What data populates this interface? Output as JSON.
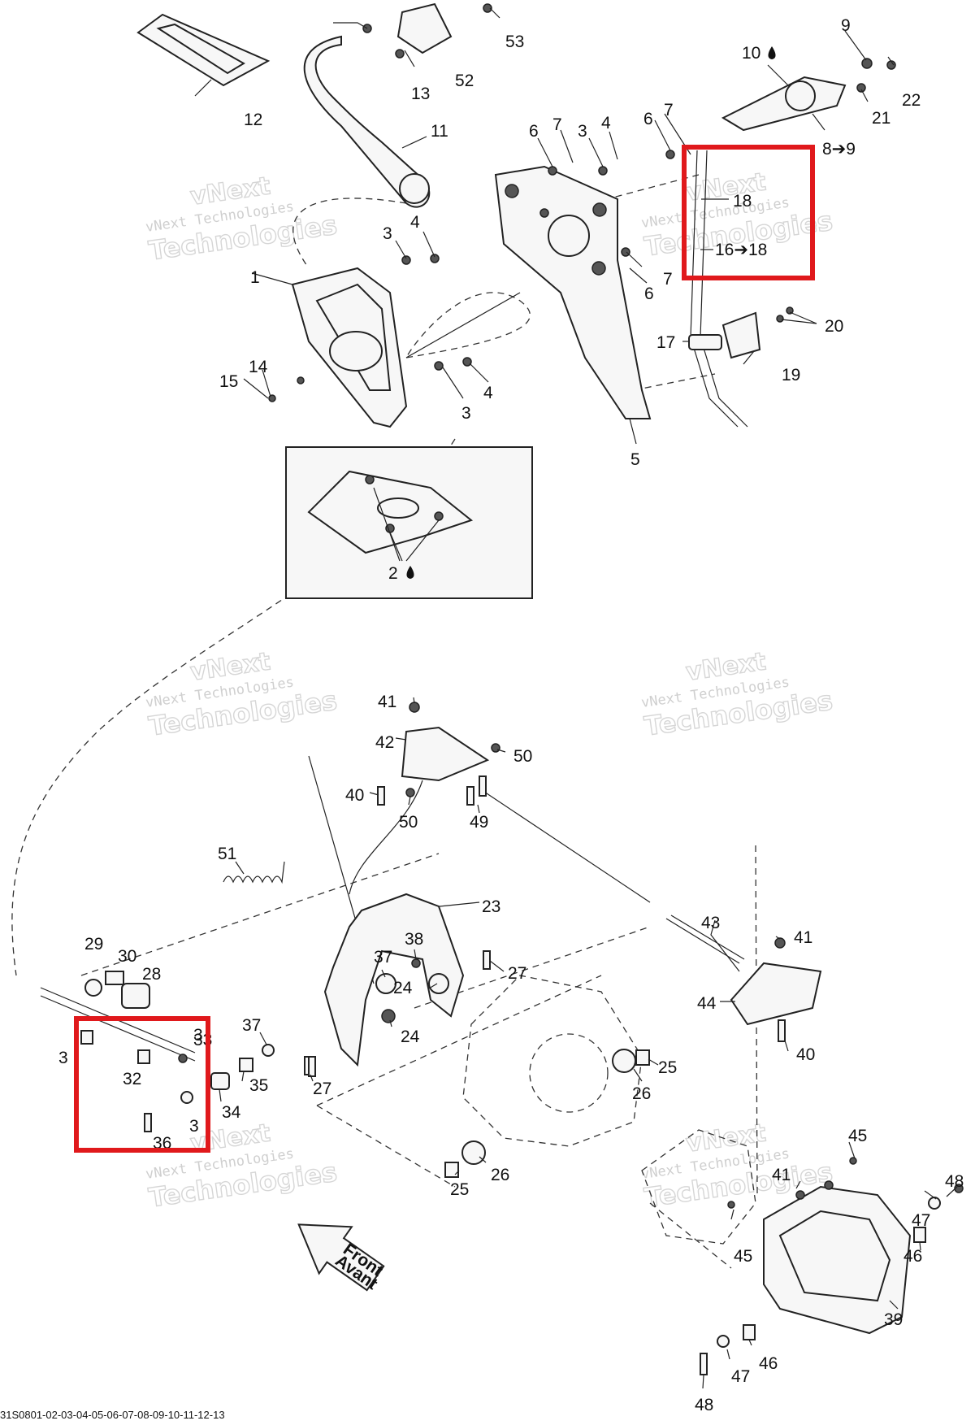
{
  "watermark": {
    "line1": "vNext Technologies",
    "line2": "vNext",
    "line3": "Technologies"
  },
  "front_label": {
    "line1": "Front",
    "line2": "Avant"
  },
  "drawing_code": "31S0801-02-03-04-05-06-07-08-09-10-11-12-13",
  "callouts": {
    "n1": "1",
    "n2": "2",
    "n3a": "3",
    "n3b": "3",
    "n3c": "3",
    "n3d": "3",
    "n3e": "3",
    "n3f": "3",
    "n4a": "4",
    "n4b": "4",
    "n4c": "4",
    "n5": "5",
    "n6a": "6",
    "n6b": "6",
    "n6c": "6",
    "n7a": "7",
    "n7b": "7",
    "n7c": "7",
    "n8": "8➔9",
    "n9": "9",
    "n10": "10",
    "n11": "11",
    "n12": "12",
    "n13": "13",
    "n14": "14",
    "n15": "15",
    "n16": "16➔18",
    "n17": "17",
    "n18": "18",
    "n19": "19",
    "n20": "20",
    "n21": "21",
    "n22": "22",
    "n23": "23",
    "n24a": "24",
    "n24b": "24",
    "n25a": "25",
    "n25b": "25",
    "n26a": "26",
    "n26b": "26",
    "n27a": "27",
    "n27b": "27",
    "n28": "28",
    "n29": "29",
    "n30": "30",
    "n32": "32",
    "n33": "33",
    "n34": "34",
    "n35": "35",
    "n36": "36",
    "n37a": "37",
    "n37b": "37",
    "n38": "38",
    "n39": "39",
    "n40a": "40",
    "n40b": "40",
    "n41a": "41",
    "n41b": "41",
    "n41c": "41",
    "n42": "42",
    "n43": "43",
    "n44": "44",
    "n45a": "45",
    "n45b": "45",
    "n46a": "46",
    "n46b": "46",
    "n47a": "47",
    "n47b": "47",
    "n48a": "48",
    "n48b": "48",
    "n49": "49",
    "n50a": "50",
    "n50b": "50",
    "n51": "51",
    "n52": "52",
    "n53": "53"
  },
  "oil_icon": "drop-icon",
  "highlight_color": "#e0191c"
}
